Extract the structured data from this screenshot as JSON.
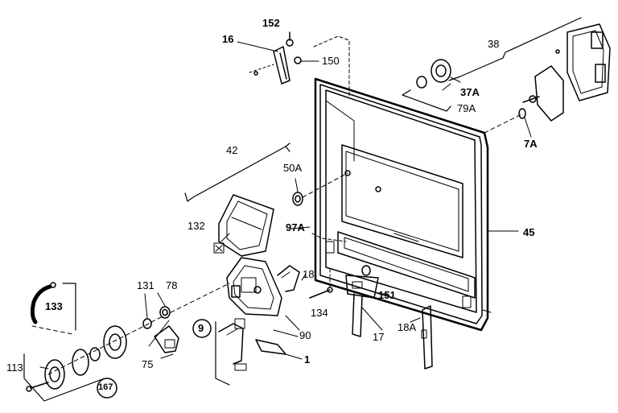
{
  "diagram": {
    "ink_color": "#000000",
    "background": "#ffffff",
    "labels": {
      "l152": "152",
      "l16": "16",
      "l150": "150",
      "l38": "38",
      "l37A": "37A",
      "l79A": "79A",
      "l7A": "7A",
      "l42": "42",
      "l50A": "50A",
      "l132": "132",
      "l97A": "97A",
      "l45": "45",
      "l18": "18",
      "l131": "131",
      "l78": "78",
      "l133": "133",
      "l151": "151",
      "l134": "134",
      "l9": "9",
      "l90": "90",
      "l18A": "18A",
      "l17": "17",
      "l113": "113",
      "l75": "75",
      "l1": "1",
      "l167": "167"
    }
  }
}
